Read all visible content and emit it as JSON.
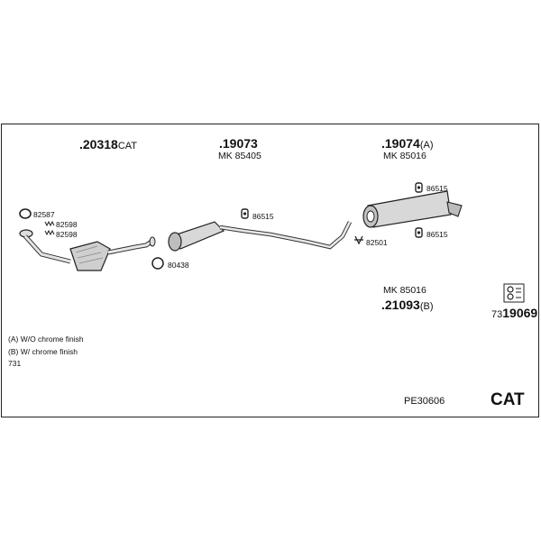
{
  "parts": {
    "p1_num": ".20318",
    "p1_suf": "CAT",
    "p2_num": ".19073",
    "p2_mk": "MK  85405",
    "p3_num": ".19074",
    "p3_suf": "(A)",
    "p3_mk": "MK  85016",
    "p4_num": ".21093",
    "p4_suf": "(B)",
    "p4_mk": "MK  85016",
    "p5_pre": "73",
    "p5_num": "19069"
  },
  "hardware": {
    "h82587": "82587",
    "h82598a": "82598",
    "h82598b": "82598",
    "h80438": "80438",
    "h86515a": "86515",
    "h86515b": "86515",
    "h86515c": "86515",
    "h82501": "82501"
  },
  "notes": {
    "a": "(A) W/O chrome finish",
    "b": "(B) W/ chrome finish",
    "c": "731"
  },
  "footer": {
    "code": "PE30606",
    "cat": "CAT"
  }
}
